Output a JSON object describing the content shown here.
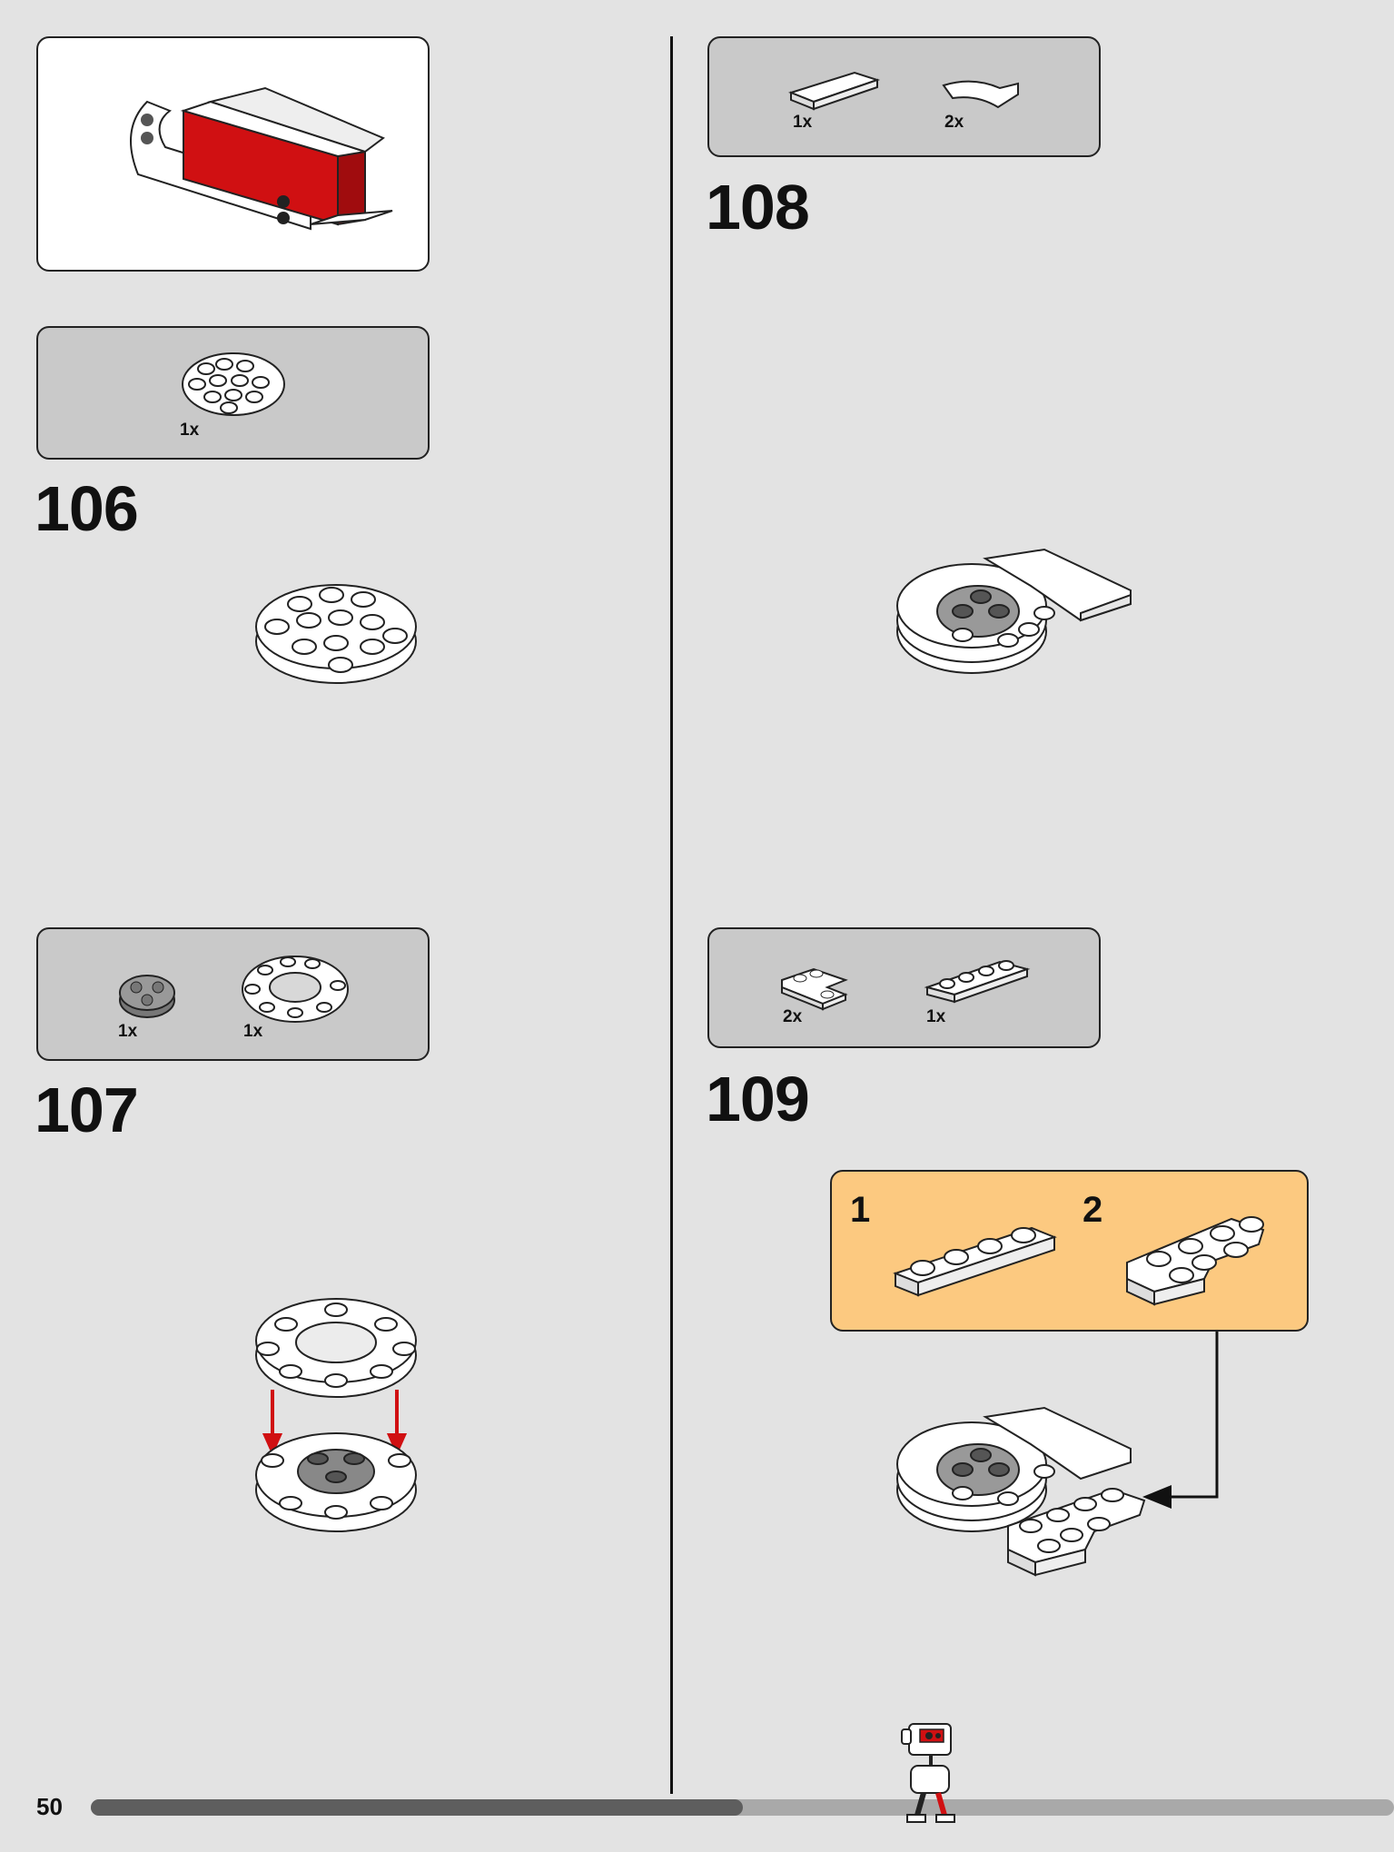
{
  "page": {
    "number": "50",
    "progress_fraction": 0.5
  },
  "steps": [
    {
      "id": "106",
      "parts": [
        {
          "qty": "1x",
          "icon": "round-plate-4x4-white"
        }
      ]
    },
    {
      "id": "107",
      "parts": [
        {
          "qty": "1x",
          "icon": "round-plate-2x2-dark-grey"
        },
        {
          "qty": "1x",
          "icon": "round-plate-4x4-with-hole-white"
        }
      ]
    },
    {
      "id": "108",
      "parts": [
        {
          "qty": "1x",
          "icon": "tile-1x4-white"
        },
        {
          "qty": "2x",
          "icon": "curved-tile-white"
        }
      ]
    },
    {
      "id": "109",
      "parts": [
        {
          "qty": "2x",
          "icon": "plate-corner-white"
        },
        {
          "qty": "1x",
          "icon": "plate-1x4-white"
        }
      ],
      "callout": [
        "1",
        "2"
      ]
    }
  ],
  "colors": {
    "background": "#e3e3e3",
    "parts_box": "#c9c9c9",
    "callout": "#fcc980",
    "brick_red": "#d01012",
    "progress_fill": "#5e5e5e"
  }
}
